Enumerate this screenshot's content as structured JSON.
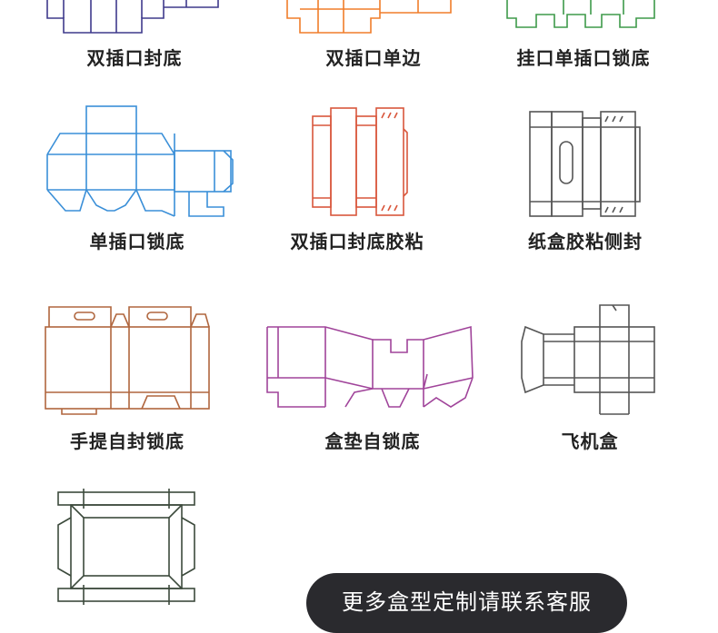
{
  "box_types": [
    {
      "label": "双插口封底",
      "color": "#3f3a8c"
    },
    {
      "label": "双插口单边",
      "color": "#f07d2a"
    },
    {
      "label": "挂口单插口锁底",
      "color": "#3e9a4a"
    },
    {
      "label": "单插口锁底",
      "color": "#3a8fd8"
    },
    {
      "label": "双插口封底胶粘",
      "color": "#d9573c"
    },
    {
      "label": "纸盒胶粘侧封",
      "color": "#555555"
    },
    {
      "label": "手提自封锁底",
      "color": "#b0663e"
    },
    {
      "label": "盒垫自锁底",
      "color": "#a0449a"
    },
    {
      "label": "飞机盒",
      "color": "#555555"
    },
    {
      "label": "",
      "color": "#3c4a3c"
    }
  ],
  "cta": {
    "label": "更多盒型定制请联系客服"
  }
}
